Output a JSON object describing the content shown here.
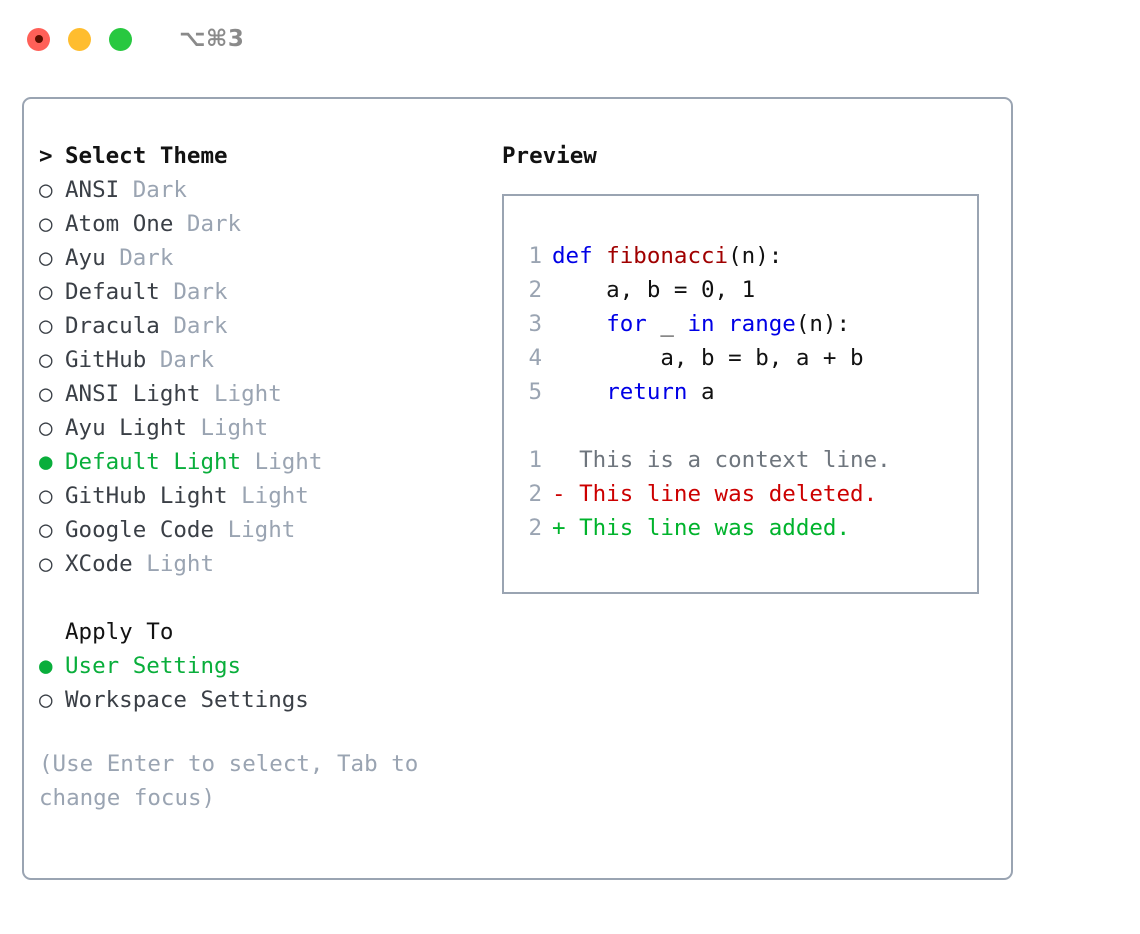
{
  "window": {
    "title": "⌥⌘3",
    "traffic_lights": [
      {
        "name": "close",
        "color": "#ff6058"
      },
      {
        "name": "minimize",
        "color": "#ffbd2e"
      },
      {
        "name": "maximize",
        "color": "#28c840"
      }
    ]
  },
  "theme_picker": {
    "header_marker": ">",
    "header_label": "Select Theme",
    "marker_unselected": "○",
    "marker_selected": "●",
    "items": [
      {
        "marker": "○",
        "name": "ANSI",
        "kind": "Dark",
        "selected": false
      },
      {
        "marker": "○",
        "name": "Atom One",
        "kind": "Dark",
        "selected": false
      },
      {
        "marker": "○",
        "name": "Ayu",
        "kind": "Dark",
        "selected": false
      },
      {
        "marker": "○",
        "name": "Default",
        "kind": "Dark",
        "selected": false
      },
      {
        "marker": "○",
        "name": "Dracula",
        "kind": "Dark",
        "selected": false
      },
      {
        "marker": "○",
        "name": "GitHub",
        "kind": "Dark",
        "selected": false
      },
      {
        "marker": "○",
        "name": "ANSI Light",
        "kind": "Light",
        "selected": false
      },
      {
        "marker": "○",
        "name": "Ayu Light",
        "kind": "Light",
        "selected": false
      },
      {
        "marker": "●",
        "name": "Default Light",
        "kind": "Light",
        "selected": true
      },
      {
        "marker": "○",
        "name": "GitHub Light",
        "kind": "Light",
        "selected": false
      },
      {
        "marker": "○",
        "name": "Google Code",
        "kind": "Light",
        "selected": false
      },
      {
        "marker": "○",
        "name": "XCode",
        "kind": "Light",
        "selected": false
      }
    ]
  },
  "apply_to": {
    "header_label": "Apply To",
    "options": [
      {
        "marker": "●",
        "label": "User Settings",
        "selected": true
      },
      {
        "marker": "○",
        "label": "Workspace Settings",
        "selected": false
      }
    ]
  },
  "help_text": "(Use Enter to select, Tab to change focus)",
  "preview": {
    "title": "Preview",
    "code_lines": [
      {
        "no": "1",
        "tokens": [
          {
            "t": "def ",
            "c": "kw"
          },
          {
            "t": "fibonacci",
            "c": "fn"
          },
          {
            "t": "(n):",
            "c": "pl"
          }
        ]
      },
      {
        "no": "2",
        "tokens": [
          {
            "t": "    a, b = 0, 1",
            "c": "pl"
          }
        ]
      },
      {
        "no": "3",
        "tokens": [
          {
            "t": "    ",
            "c": "pl"
          },
          {
            "t": "for",
            "c": "kw"
          },
          {
            "t": " _ ",
            "c": "pl"
          },
          {
            "t": "in",
            "c": "kw"
          },
          {
            "t": " ",
            "c": "pl"
          },
          {
            "t": "range",
            "c": "kw"
          },
          {
            "t": "(n):",
            "c": "pl"
          }
        ]
      },
      {
        "no": "4",
        "tokens": [
          {
            "t": "        a, b = b, a + b",
            "c": "pl"
          }
        ]
      },
      {
        "no": "5",
        "tokens": [
          {
            "t": "    ",
            "c": "pl"
          },
          {
            "t": "return",
            "c": "kw"
          },
          {
            "t": " a",
            "c": "pl"
          }
        ]
      }
    ],
    "diff_lines": [
      {
        "no": "1",
        "sign": "  ",
        "text": "This is a context line.",
        "kind": "ctx"
      },
      {
        "no": "2",
        "sign": "- ",
        "text": "This line was deleted.",
        "kind": "del"
      },
      {
        "no": "2",
        "sign": "+ ",
        "text": "This line was added.",
        "kind": "add"
      }
    ]
  },
  "colors": {
    "accent_green": "#09ae3b",
    "muted": "#9aa4b2",
    "keyword": "#0000e6",
    "function": "#a00000",
    "diff_added": "#00b32c",
    "diff_deleted": "#cc0000",
    "border": "#9aa4b2"
  }
}
